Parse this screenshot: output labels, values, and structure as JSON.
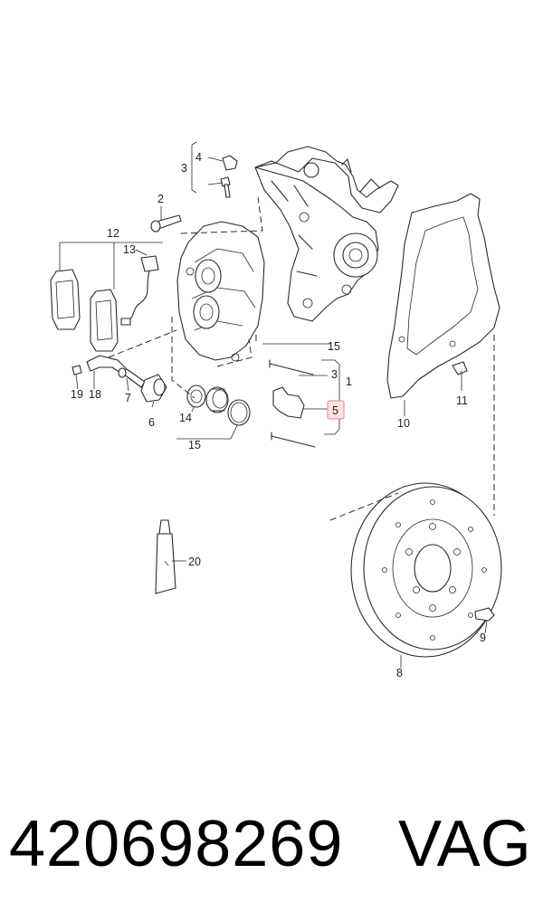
{
  "diagram": {
    "callouts": {
      "c1": "1",
      "c2": "2",
      "c3a": "3",
      "c3b": "3",
      "c4": "4",
      "c5": "5",
      "c6": "6",
      "c7": "7",
      "c8": "8",
      "c9": "9",
      "c10": "10",
      "c11": "11",
      "c12": "12",
      "c13": "13",
      "c14": "14",
      "c15a": "15",
      "c15b": "15",
      "c18": "18",
      "c19": "19",
      "c20": "20"
    },
    "highlighted_callout": "5",
    "highlight_color": "#fbe3e3"
  },
  "footer": {
    "part_number": "420698269",
    "brand": "VAG"
  }
}
